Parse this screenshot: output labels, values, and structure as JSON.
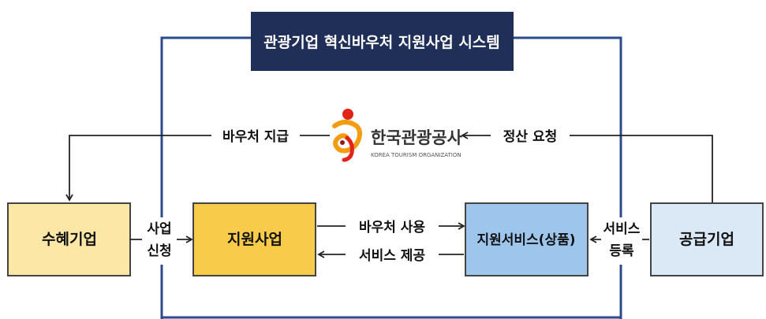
{
  "title": "관광기업 혁신바우처 지원사업 시스템",
  "organization": {
    "name_kr": "한국관광공사",
    "name_en": "KOREA TOURISM ORGANIZATION"
  },
  "boxes": {
    "beneficiary": "수혜기업",
    "support_project": "지원사업",
    "support_service": "지원서비스(상품)",
    "supplier": "공급기업"
  },
  "flows": {
    "voucher_payment": "바우처 지급",
    "settlement_request": "정산 요청",
    "apply_line1": "사업",
    "apply_line2": "신청",
    "voucher_use": "바우처 사용",
    "service_provision": "서비스 제공",
    "register_line1": "서비스",
    "register_line2": "등록"
  },
  "colors": {
    "title_bg": "#1f2f57",
    "title_text": "#ffffff",
    "frame": "#2e4a8a",
    "beneficiary_fill": "#fce7a6",
    "support_project_fill": "#f8cc4a",
    "support_service_fill": "#9ec6ec",
    "supplier_fill": "#dbe8f6",
    "box_border": "#444444",
    "arrow": "#222222"
  }
}
